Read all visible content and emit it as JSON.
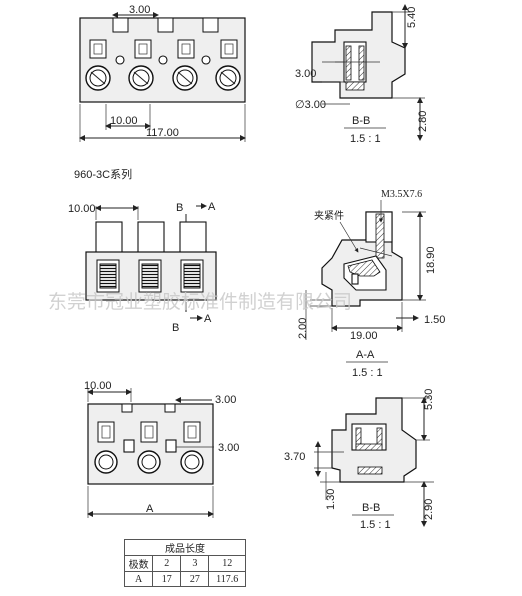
{
  "series_label": "960-3C系列",
  "watermark": "东莞市冠业塑胶标准件制造有限公司",
  "top_front": {
    "pitch": "3.00",
    "width_small": "10.00",
    "width_total": "117.00"
  },
  "top_side": {
    "height_top": "5.40",
    "height_mid": "3.00",
    "hole_dia": "∅3.00",
    "height_bottom": "2.80",
    "section": "B-B",
    "scale": "1.5 : 1"
  },
  "mid_front": {
    "pitch": "10.00",
    "section_mark_b": "B",
    "section_mark_a": "A",
    "section_mark_b2": "B",
    "section_mark_a2": "A"
  },
  "mid_side": {
    "screw_spec": "M3.5X7.6",
    "clamp_label": "夹紧件",
    "height": "18.90",
    "base_height": "2.00",
    "depth": "19.00",
    "tab": "1.50",
    "section": "A-A",
    "scale": "1.5 : 1"
  },
  "bottom_front": {
    "pitch": "10.00",
    "gap_top": "3.00",
    "gap_side": "3.00",
    "overall": "A"
  },
  "bottom_side": {
    "height_top": "5.30",
    "height_mid": "3.70",
    "height_base": "1.30",
    "height_bottom": "2.90",
    "section": "B-B",
    "scale": "1.5 : 1"
  },
  "table": {
    "title": "成品长度",
    "row_poles_label": "极数",
    "poles": [
      "2",
      "3",
      "12"
    ],
    "row_len_label": "A",
    "lengths": [
      "17",
      "27",
      "117.6"
    ]
  },
  "colors": {
    "ink": "#111111",
    "body_fill": "#efefef",
    "watermark": "#c9c9c9"
  }
}
